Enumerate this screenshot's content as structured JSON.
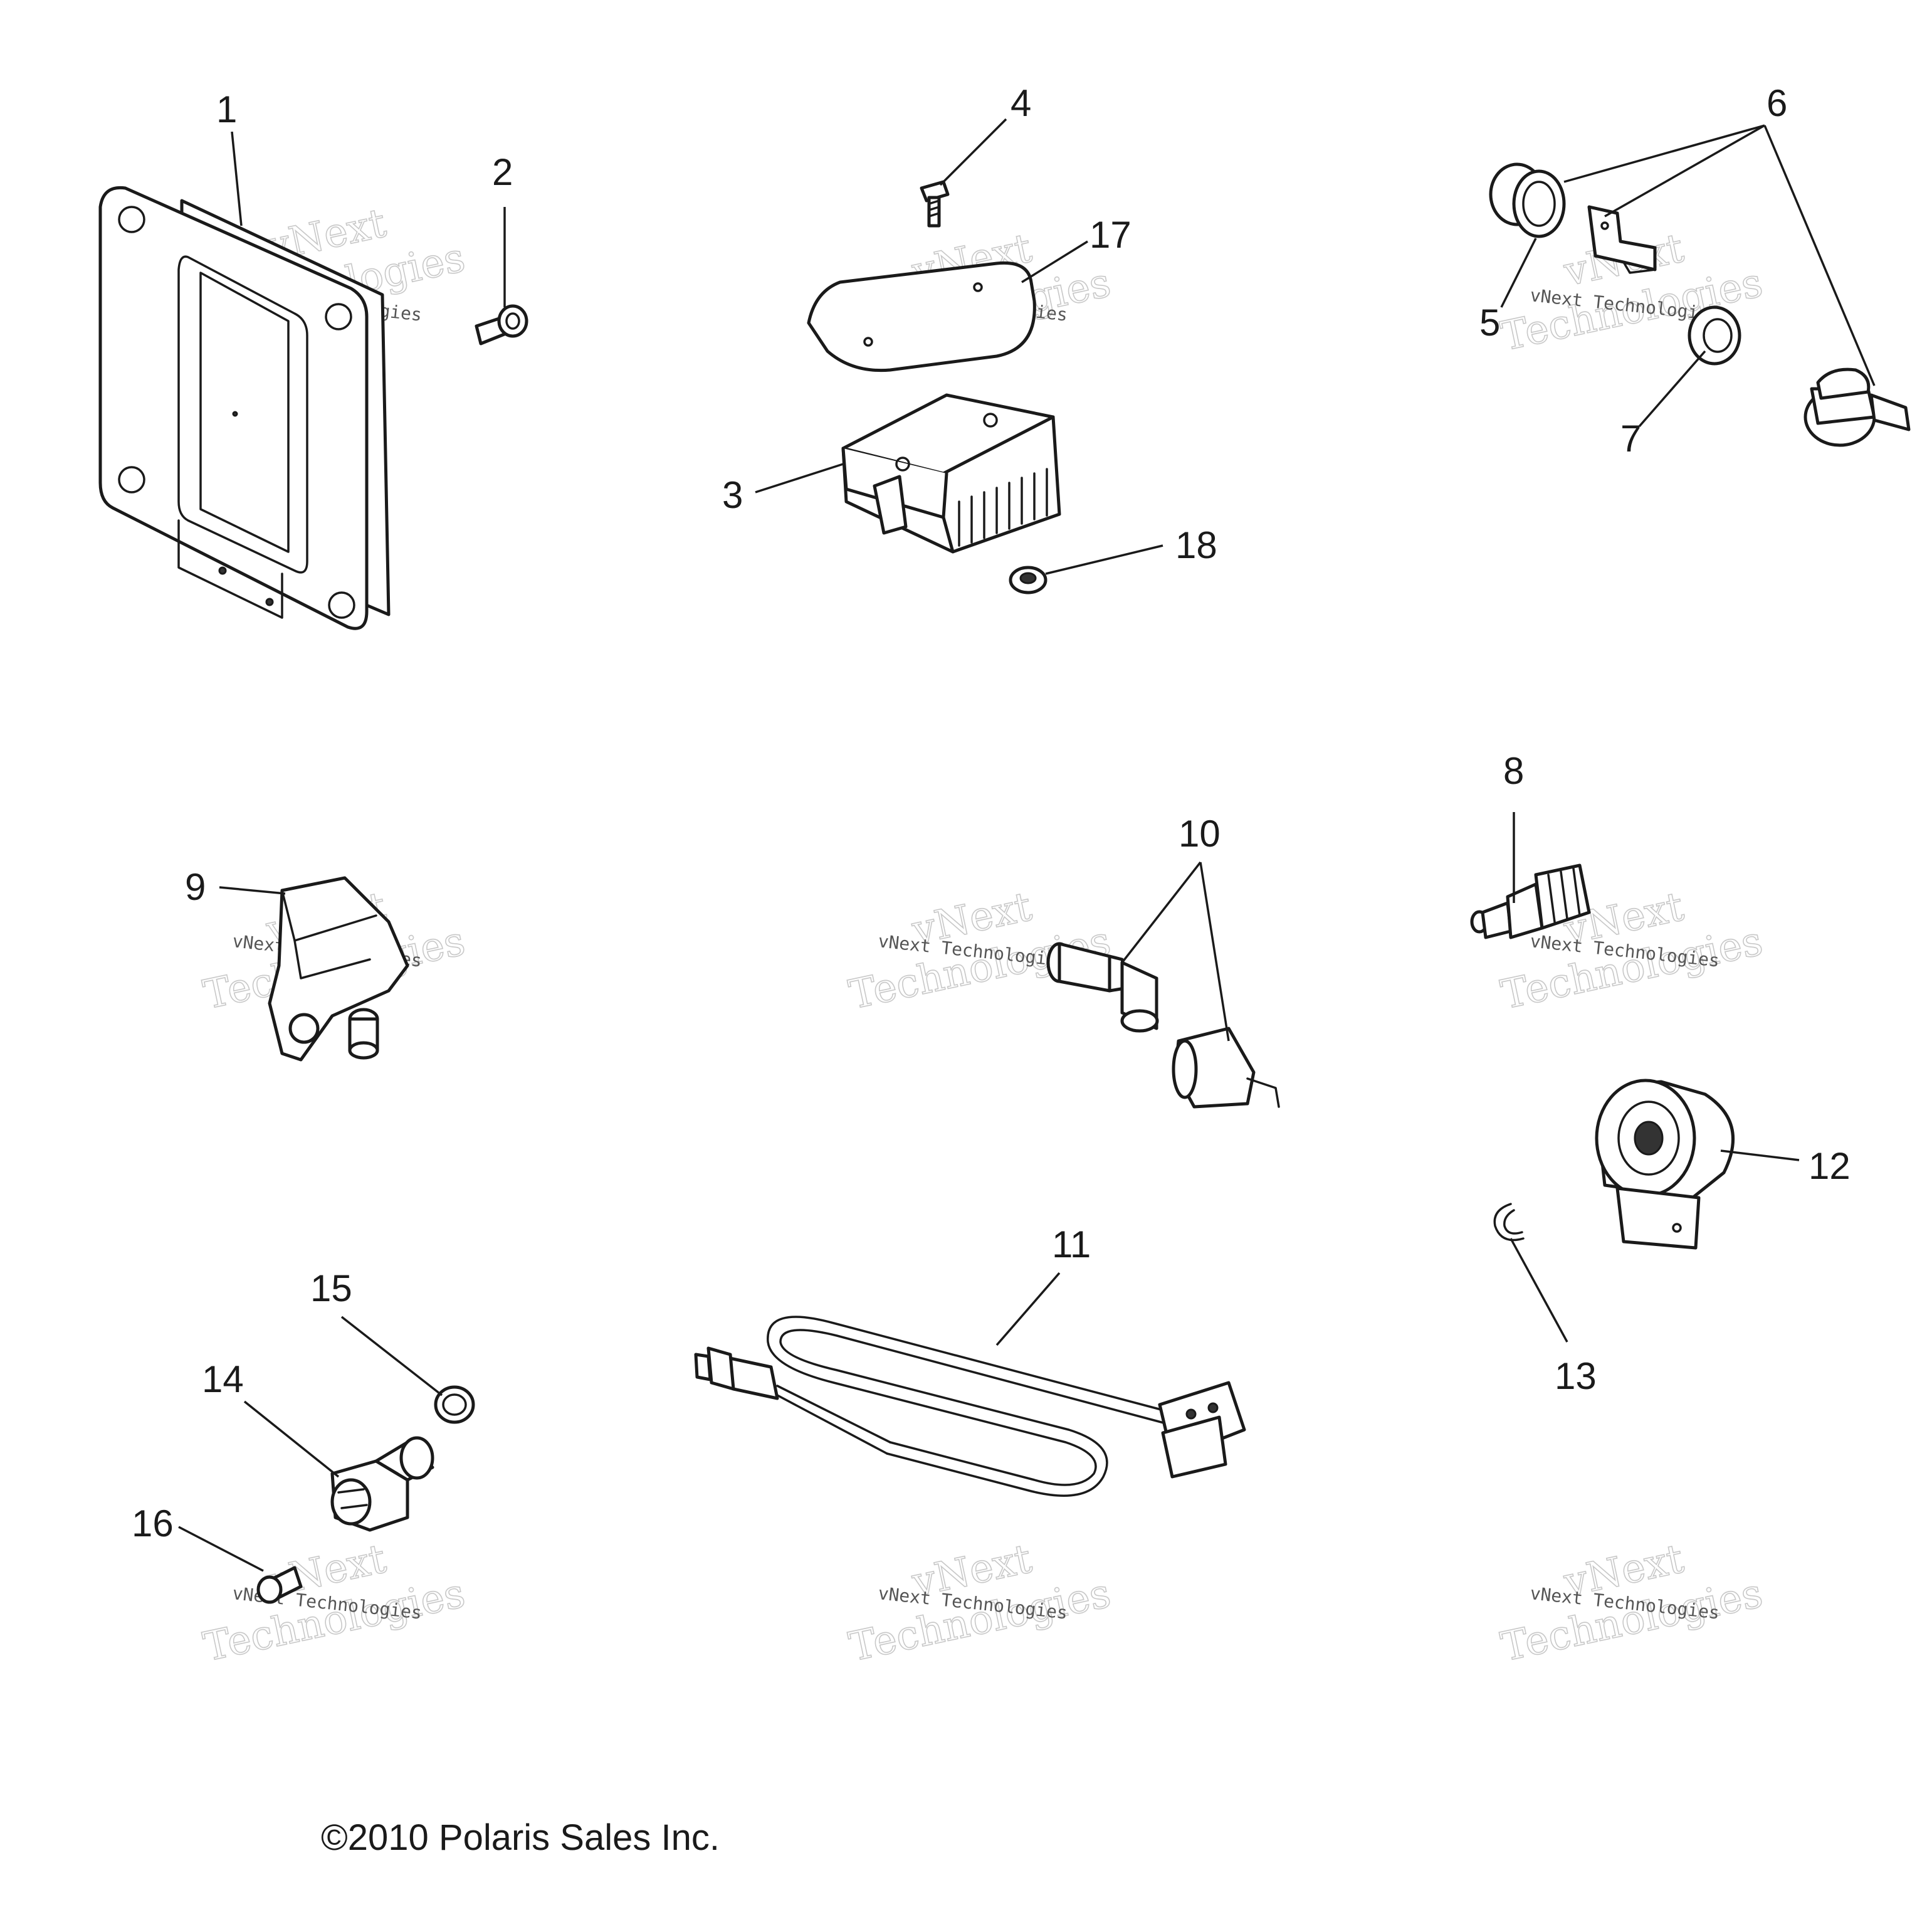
{
  "callouts": {
    "c1": "1",
    "c2": "2",
    "c3": "3",
    "c4": "4",
    "c5": "5",
    "c6": "6",
    "c7": "7",
    "c8": "8",
    "c9": "9",
    "c10": "10",
    "c11": "11",
    "c12": "12",
    "c13": "13",
    "c14": "14",
    "c15": "15",
    "c16": "16",
    "c17": "17",
    "c18": "18"
  },
  "watermark": {
    "line1": "vNext",
    "line2": "Technologies",
    "small": "vNext Technologies"
  },
  "copyright": "©2010 Polaris Sales Inc.",
  "colors": {
    "line": "#1a1a1a",
    "background": "#ffffff",
    "watermark": "#c8c8c8"
  }
}
